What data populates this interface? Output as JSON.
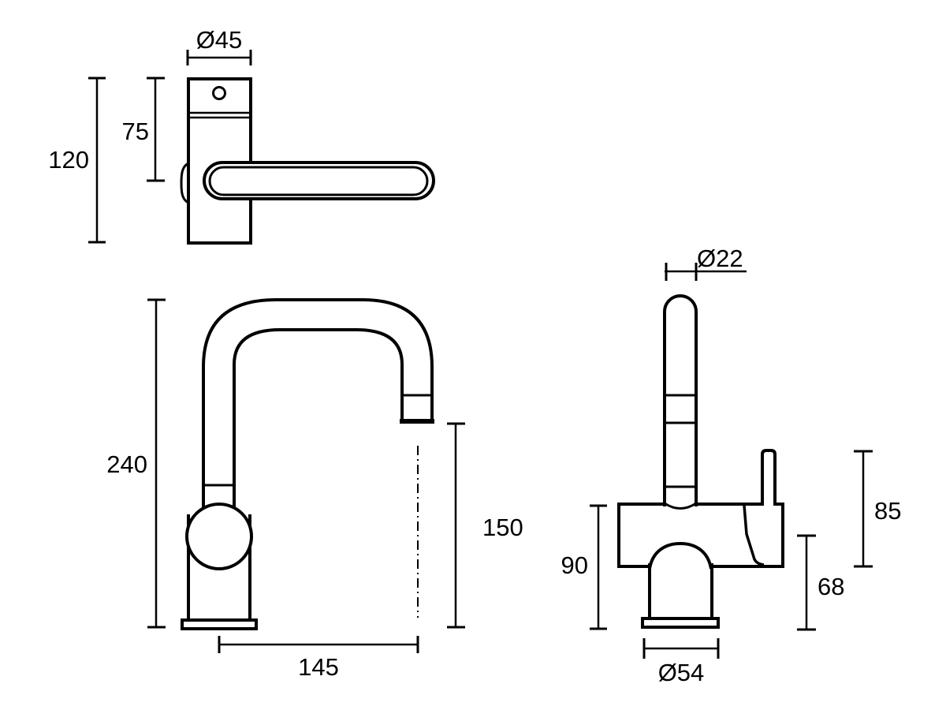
{
  "page": {
    "background_color": "#ffffff",
    "line_color": "#000000"
  },
  "views": {
    "top": {
      "dims": {
        "diameter": "Ø45",
        "upper_length": "75",
        "total_length": "120"
      }
    },
    "front": {
      "dims": {
        "total_height": "240",
        "spout_height": "150",
        "spout_reach": "145"
      }
    },
    "side": {
      "dims": {
        "spout_diameter": "Ø22",
        "body_height": "90",
        "handle_height": "85",
        "outlet_height": "68",
        "base_diameter": "Ø54"
      }
    }
  }
}
